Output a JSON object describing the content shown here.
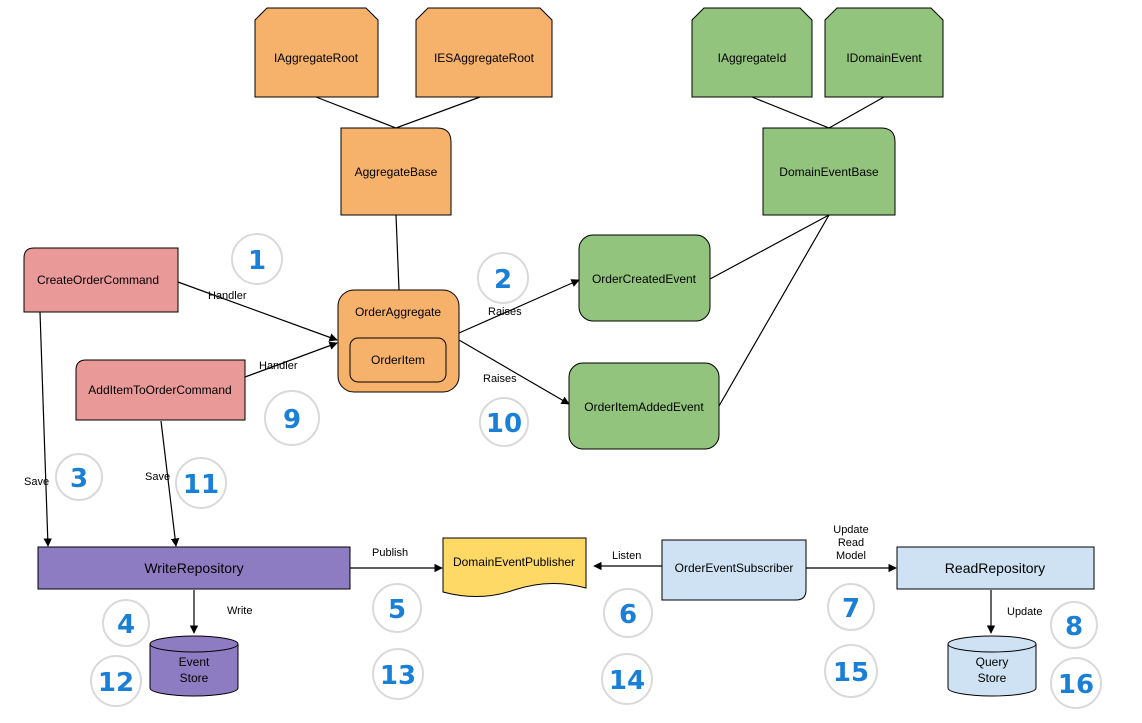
{
  "nodes": {
    "iaggregateroot": {
      "label": "IAggregateRoot",
      "color": "#f6b26b"
    },
    "iesaggregateroot": {
      "label": "IESAggregateRoot",
      "color": "#f6b26b"
    },
    "aggregatebase": {
      "label": "AggregateBase",
      "color": "#f6b26b"
    },
    "iaggregateid": {
      "label": "IAggregateId",
      "color": "#93c47d"
    },
    "idomainevent": {
      "label": "IDomainEvent",
      "color": "#93c47d"
    },
    "domaineventbase": {
      "label": "DomainEventBase",
      "color": "#93c47d"
    },
    "createordercommand": {
      "label": "CreateOrderCommand",
      "color": "#ea9999"
    },
    "additemtoordercommand": {
      "label": "AddItemToOrderCommand",
      "color": "#ea9999"
    },
    "orderaggregate": {
      "label": "OrderAggregate",
      "color": "#f6b26b"
    },
    "orderitem": {
      "label": "OrderItem",
      "color": "#f6b26b"
    },
    "ordercreatedevent": {
      "label": "OrderCreatedEvent",
      "color": "#93c47d"
    },
    "orderitemaddedevent": {
      "label": "OrderItemAddedEvent",
      "color": "#93c47d"
    },
    "writerepository": {
      "label": "WriteRepository",
      "color": "#8e7cc3"
    },
    "eventstore": {
      "line1": "Event",
      "line2": "Store",
      "color": "#8e7cc3"
    },
    "domaineventpublisher": {
      "label": "DomainEventPublisher",
      "color": "#ffd966"
    },
    "ordereventsubscriber": {
      "label": "OrderEventSubscriber",
      "color": "#cfe2f3"
    },
    "readrepository": {
      "label": "ReadRepository",
      "color": "#cfe2f3"
    },
    "querystore": {
      "line1": "Query",
      "line2": "Store",
      "color": "#cfe2f3"
    }
  },
  "edge_labels": {
    "handler_create": "Handler",
    "handler_additem": "Handler",
    "raises_created": "Raises",
    "raises_added": "Raises",
    "save_create": "Save",
    "save_additem": "Save",
    "write": "Write",
    "publish": "Publish",
    "listen": "Listen",
    "update_read_model_1": "Update",
    "update_read_model_2": "Read",
    "update_read_model_3": "Model",
    "update": "Update"
  },
  "steps": {
    "s1": "1",
    "s2": "2",
    "s3": "3",
    "s4": "4",
    "s5": "5",
    "s6": "6",
    "s7": "7",
    "s8": "8",
    "s9": "9",
    "s10": "10",
    "s11": "11",
    "s12": "12",
    "s13": "13",
    "s14": "14",
    "s15": "15",
    "s16": "16"
  },
  "colors": {
    "step_number": "#1a7fd6",
    "line": "#000000"
  }
}
